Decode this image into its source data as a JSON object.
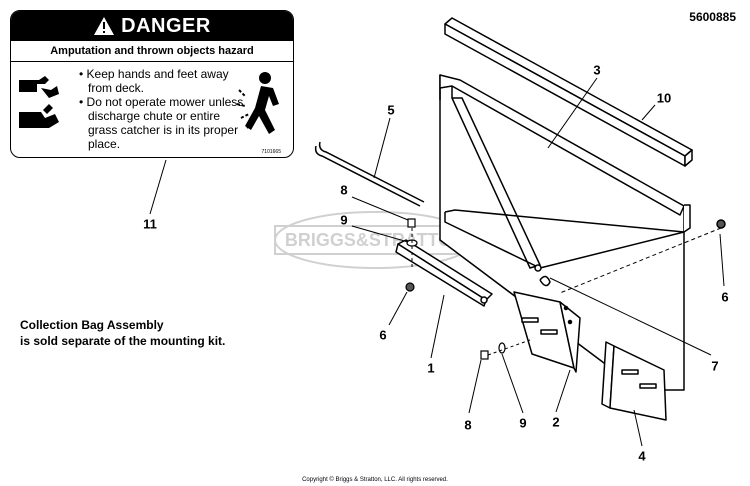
{
  "part_number": "5600885",
  "decal": {
    "signal_word": "DANGER",
    "hazard": "Amputation and thrown objects hazard",
    "bullets": [
      "• Keep hands and feet away from deck.",
      "• Do not operate mower unless discharge chute or entire grass catcher is in its proper place."
    ],
    "code": "7101665"
  },
  "note_lines": [
    "Collection Bag Assembly",
    "is sold separate of the mounting kit."
  ],
  "watermark": "BRIGGS&STRATTON",
  "callouts": {
    "c1": "1",
    "c2": "2",
    "c3": "3",
    "c4": "4",
    "c5": "5",
    "c6a": "6",
    "c6b": "6",
    "c7": "7",
    "c8a": "8",
    "c8b": "8",
    "c9a": "9",
    "c9b": "9",
    "c10": "10",
    "c11": "11"
  },
  "copyright": "Copyright © Briggs & Stratton, LLC. All rights reserved."
}
